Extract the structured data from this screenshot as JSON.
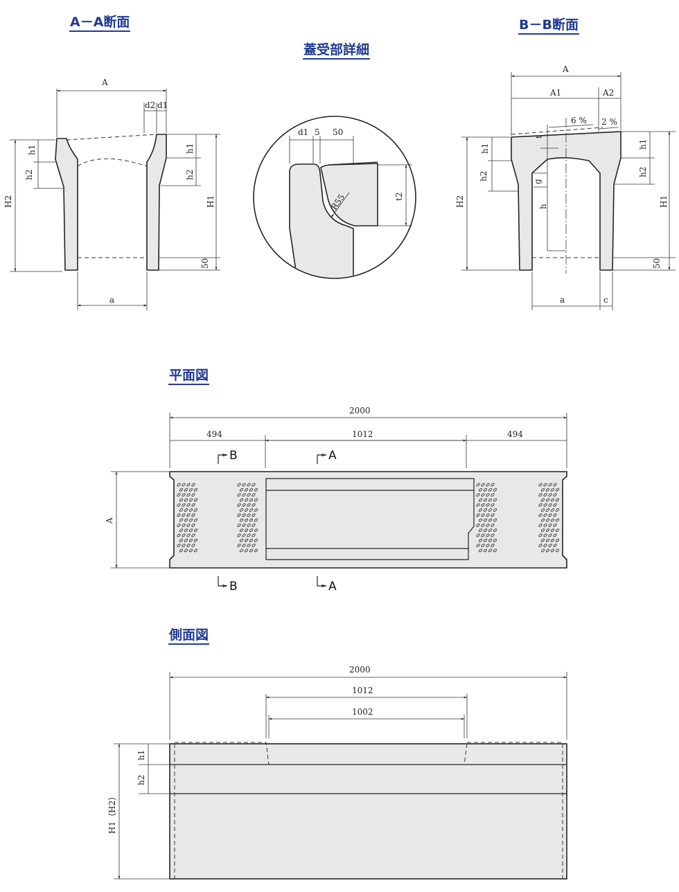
{
  "titles": {
    "aa_section": "A－A断面",
    "detail": "蓋受部詳細",
    "bb_section": "B－B断面",
    "plan": "平面図",
    "side": "側面図"
  },
  "aa": {
    "A": "A",
    "d2": "d2",
    "d1": "d1",
    "h1_left": "h1",
    "h2_left": "h2",
    "H2": "H2",
    "h1_right": "h1",
    "h2_right": "h2",
    "H1": "H1",
    "d50": "50",
    "a": "a"
  },
  "detail": {
    "d1": "d1",
    "d5": "5",
    "d50": "50",
    "R": "R55",
    "t2": "t2"
  },
  "bb": {
    "A": "A",
    "A1": "A1",
    "A2": "A2",
    "slope1": "6 %",
    "slope2": "2 %",
    "t": "t",
    "h1_left": "h1",
    "h2_left": "h2",
    "H2": "H2",
    "g": "g",
    "h": "h",
    "h1_right": "h1",
    "h2_right": "h2",
    "H1": "H1",
    "d50": "50",
    "a": "a",
    "c": "c"
  },
  "plan": {
    "total": "2000",
    "seg_left": "494",
    "seg_mid": "1012",
    "seg_right": "494",
    "A": "A",
    "cutB": "B",
    "cutA": "A"
  },
  "side": {
    "total": "2000",
    "d1012": "1012",
    "d1002": "1002",
    "h1": "h1",
    "h2": "h2",
    "H": "H1（H2）"
  }
}
